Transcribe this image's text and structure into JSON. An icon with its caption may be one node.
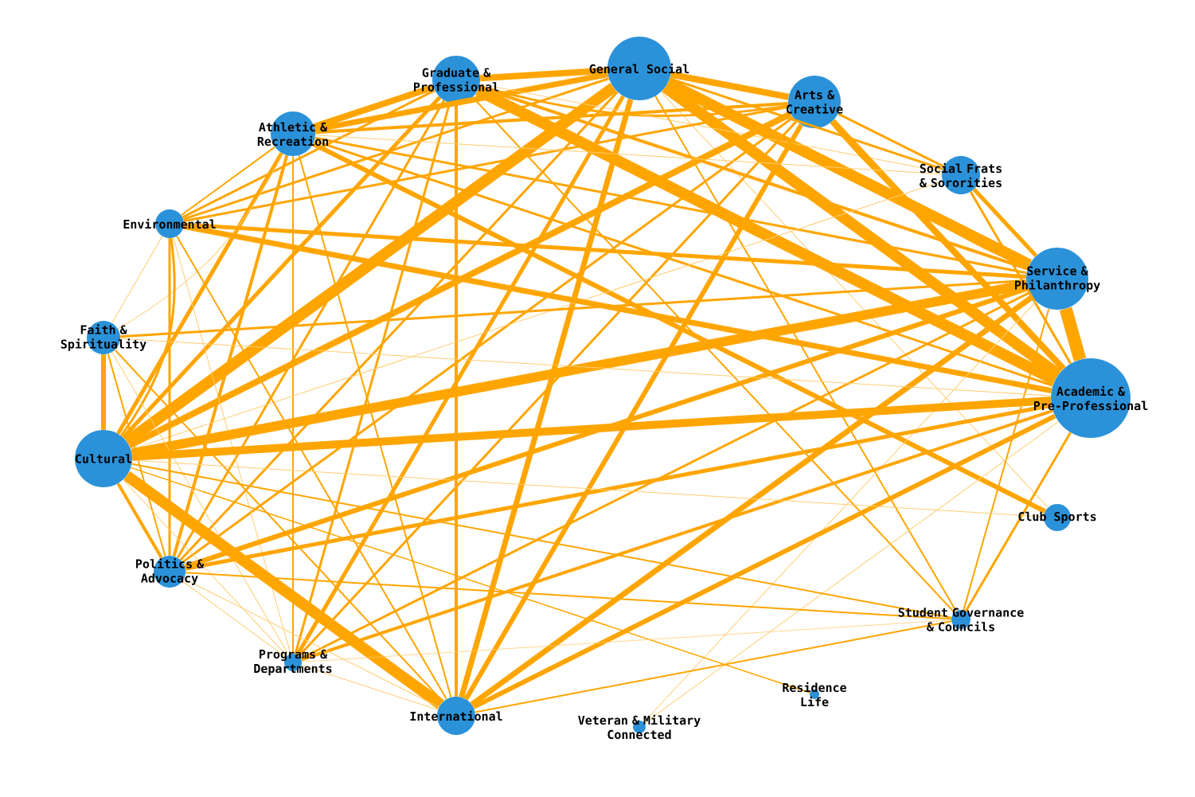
{
  "diagram": {
    "nodes": [
      {
        "text": [
          "General Social"
        ]
      },
      {
        "text": [
          "Graduate & Professional"
        ]
      },
      {
        "text": [
          "Arts & Creative"
        ]
      },
      {
        "text": [
          "Athletic & Recreation"
        ]
      },
      {
        "text": [
          "Social Frats & Sororities"
        ]
      },
      {
        "text": [
          "Environmental"
        ]
      },
      {
        "text": [
          "Service & Philanthropy"
        ]
      },
      {
        "text": [
          "Faith & Spirituality"
        ]
      },
      {
        "text": [
          "Academic & Pre-Professional"
        ]
      },
      {
        "text": [
          "Cultural"
        ]
      },
      {
        "text": [
          "Club Sports"
        ]
      },
      {
        "text": [
          "Politics & Advocacy"
        ]
      },
      {
        "text": [
          "Student Governance & Councils"
        ]
      },
      {
        "text": [
          "Programs & Departments"
        ]
      },
      {
        "text": [
          "Residence Life"
        ]
      },
      {
        "text": [
          "Veteran & Military Connected"
        ]
      },
      {
        "text": [
          "International"
        ]
      }
    ],
    "edges": [
      {
        "from": 0,
        "to": 2,
        "arrow": "none",
        "style": "thick"
      },
      {
        "from": 0,
        "to": 1,
        "arrow": "none",
        "style": "thick"
      },
      {
        "from": 0,
        "to": 3,
        "arrow": "none",
        "style": "thick"
      },
      {
        "from": 0,
        "to": 4,
        "arrow": "none"
      },
      {
        "from": 0,
        "to": 6,
        "arrow": "none",
        "style": "thick"
      },
      {
        "from": 0,
        "to": 8,
        "arrow": "none",
        "style": "thick"
      },
      {
        "from": 0,
        "to": 9,
        "arrow": "none",
        "style": "thick"
      },
      {
        "from": 0,
        "to": 5,
        "arrow": "none"
      },
      {
        "from": 0,
        "to": 11,
        "arrow": "none"
      },
      {
        "from": 0,
        "to": 13,
        "arrow": "none"
      },
      {
        "from": 0,
        "to": 16,
        "arrow": "none",
        "style": "thick"
      },
      {
        "from": 0,
        "to": 10,
        "arrow": "none",
        "color": "#ffcd73"
      },
      {
        "from": 0,
        "to": 12,
        "arrow": "none"
      },
      {
        "from": 1,
        "to": 2,
        "arrow": "none"
      },
      {
        "from": 1,
        "to": 3,
        "arrow": "none",
        "style": "thick"
      },
      {
        "from": 1,
        "to": 6,
        "arrow": "none"
      },
      {
        "from": 1,
        "to": 8,
        "arrow": "none",
        "style": "thick"
      },
      {
        "from": 1,
        "to": 4,
        "arrow": "none",
        "color": "#ffcd73"
      },
      {
        "from": 1,
        "to": 9,
        "arrow": "none"
      },
      {
        "from": 1,
        "to": 5,
        "arrow": "none"
      },
      {
        "from": 1,
        "to": 11,
        "arrow": "none"
      },
      {
        "from": 1,
        "to": 16,
        "arrow": "none"
      },
      {
        "from": 1,
        "to": 13,
        "arrow": "none"
      },
      {
        "from": 1,
        "to": 12,
        "arrow": "none"
      },
      {
        "from": 2,
        "to": 3,
        "arrow": "none"
      },
      {
        "from": 2,
        "to": 4,
        "arrow": "none"
      },
      {
        "from": 2,
        "to": 6,
        "arrow": "none"
      },
      {
        "from": 2,
        "to": 8,
        "arrow": "none",
        "style": "thick"
      },
      {
        "from": 2,
        "to": 9,
        "arrow": "none",
        "style": "thick"
      },
      {
        "from": 2,
        "to": 5,
        "arrow": "none"
      },
      {
        "from": 2,
        "to": 11,
        "arrow": "none"
      },
      {
        "from": 2,
        "to": 16,
        "arrow": "none",
        "style": "thick"
      },
      {
        "from": 2,
        "to": 13,
        "arrow": "none"
      },
      {
        "from": 3,
        "to": 6,
        "arrow": "none"
      },
      {
        "from": 3,
        "to": 8,
        "arrow": "none"
      },
      {
        "from": 3,
        "to": 4,
        "arrow": "none",
        "color": "#ffcd73"
      },
      {
        "from": 3,
        "to": 10,
        "arrow": "none",
        "style": "thick"
      },
      {
        "from": 3,
        "to": 9,
        "arrow": "none"
      },
      {
        "from": 3,
        "to": 11,
        "arrow": "none"
      },
      {
        "from": 3,
        "to": 13,
        "arrow": "none"
      },
      {
        "from": 3,
        "to": 16,
        "arrow": "none"
      },
      {
        "from": 3,
        "to": 5,
        "arrow": "none"
      },
      {
        "from": 3,
        "to": 7,
        "arrow": "none",
        "color": "#ffcd73"
      },
      {
        "from": 4,
        "to": 6,
        "arrow": "none"
      },
      {
        "from": 4,
        "to": 8,
        "arrow": "none"
      },
      {
        "from": 4,
        "to": 9,
        "arrow": "none",
        "color": "#ffcd73"
      },
      {
        "from": 5,
        "to": 6,
        "arrow": "none"
      },
      {
        "from": 5,
        "to": 8,
        "arrow": "none",
        "style": "thick"
      },
      {
        "from": 5,
        "to": 9,
        "arrow": "none"
      },
      {
        "from": 5,
        "to": 11,
        "arrow": "none"
      },
      {
        "from": 5,
        "to": 16,
        "arrow": "none"
      },
      {
        "from": 5,
        "to": 13,
        "arrow": "none",
        "color": "#ffcd73"
      },
      {
        "from": 5,
        "to": 7,
        "arrow": "none",
        "color": "#ffcd73"
      },
      {
        "from": 6,
        "to": 8,
        "arrow": "none",
        "style": "thick"
      },
      {
        "from": 6,
        "to": 9,
        "arrow": "none",
        "style": "thick"
      },
      {
        "from": 6,
        "to": 7,
        "arrow": "none"
      },
      {
        "from": 6,
        "to": 11,
        "arrow": "none",
        "style": "thick"
      },
      {
        "from": 6,
        "to": 13,
        "arrow": "none"
      },
      {
        "from": 6,
        "to": 16,
        "arrow": "none",
        "style": "thick"
      },
      {
        "from": 6,
        "to": 12,
        "arrow": "none"
      },
      {
        "from": 6,
        "to": 15,
        "arrow": "none",
        "color": "#ffcd73"
      },
      {
        "from": 7,
        "to": 8,
        "arrow": "none",
        "color": "#ffcd73"
      },
      {
        "from": 7,
        "to": 9,
        "arrow": "none",
        "style": "thick"
      },
      {
        "from": 7,
        "to": 11,
        "arrow": "none"
      },
      {
        "from": 7,
        "to": 16,
        "arrow": "none"
      },
      {
        "from": 7,
        "to": 13,
        "arrow": "none",
        "color": "#ffcd73"
      },
      {
        "from": 8,
        "to": 9,
        "arrow": "none",
        "style": "thick"
      },
      {
        "from": 8,
        "to": 11,
        "arrow": "none"
      },
      {
        "from": 8,
        "to": 13,
        "arrow": "none"
      },
      {
        "from": 8,
        "to": 16,
        "arrow": "none",
        "style": "thick"
      },
      {
        "from": 8,
        "to": 12,
        "arrow": "none"
      },
      {
        "from": 8,
        "to": 15,
        "arrow": "none",
        "color": "#ffcd73"
      },
      {
        "from": 9,
        "to": 16,
        "arrow": "none",
        "style": "thick"
      },
      {
        "from": 9,
        "to": 11,
        "arrow": "none"
      },
      {
        "from": 9,
        "to": 13,
        "arrow": "none",
        "color": "#ffcd73"
      },
      {
        "from": 9,
        "to": 10,
        "arrow": "none",
        "color": "#ffcd73"
      },
      {
        "from": 9,
        "to": 12,
        "arrow": "none"
      },
      {
        "from": 9,
        "to": 14,
        "arrow": "none"
      },
      {
        "from": 11,
        "to": 12,
        "arrow": "none"
      },
      {
        "from": 11,
        "to": 16,
        "arrow": "none",
        "color": "#ffcd73"
      },
      {
        "from": 11,
        "to": 13,
        "arrow": "none",
        "color": "#ffcd73"
      },
      {
        "from": 13,
        "to": 16,
        "arrow": "none",
        "color": "#ffcd73"
      },
      {
        "from": 12,
        "to": 16,
        "arrow": "none"
      },
      {
        "from": 12,
        "to": 13,
        "arrow": "none",
        "color": "#ffcd73"
      }
    ]
  }
}
